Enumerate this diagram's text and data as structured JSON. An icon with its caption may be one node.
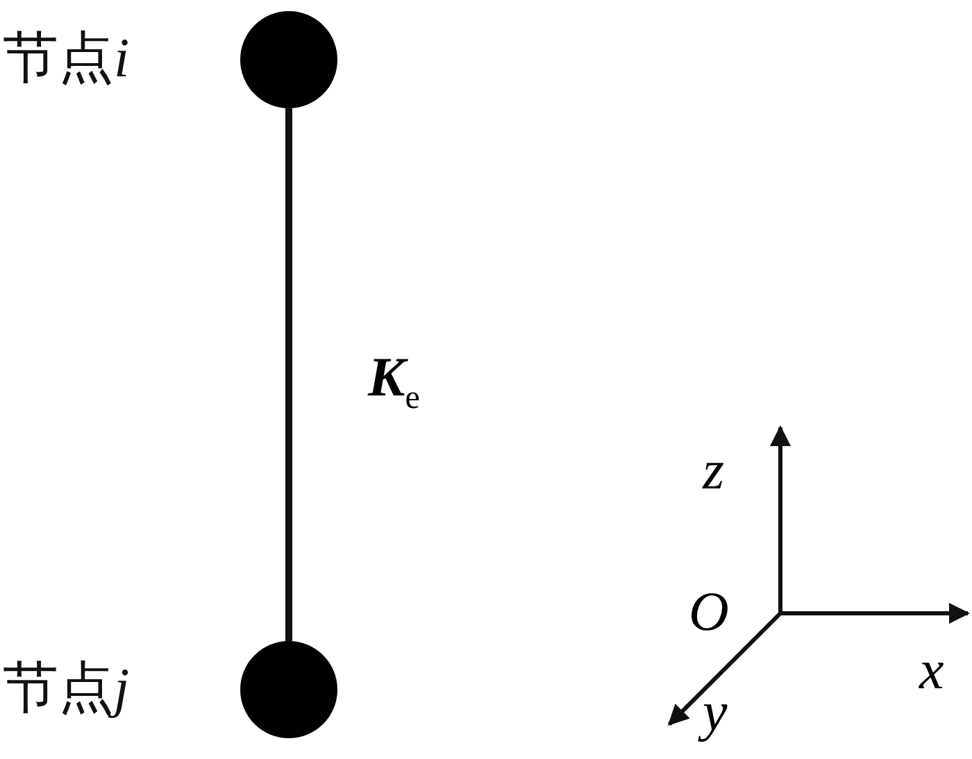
{
  "diagram": {
    "nodes": [
      {
        "text": [],
        "shape": "circle",
        "beside": [
          "节点i"
        ]
      },
      {
        "text": [],
        "shape": "circle",
        "beside": [
          "节点j"
        ]
      }
    ],
    "edges": [
      {
        "from": 0,
        "to": 1,
        "arrow": "none",
        "label": "**K**$_{e}$"
      }
    ],
    "labels": [
      "z",
      "O",
      "x",
      "y"
    ]
  }
}
